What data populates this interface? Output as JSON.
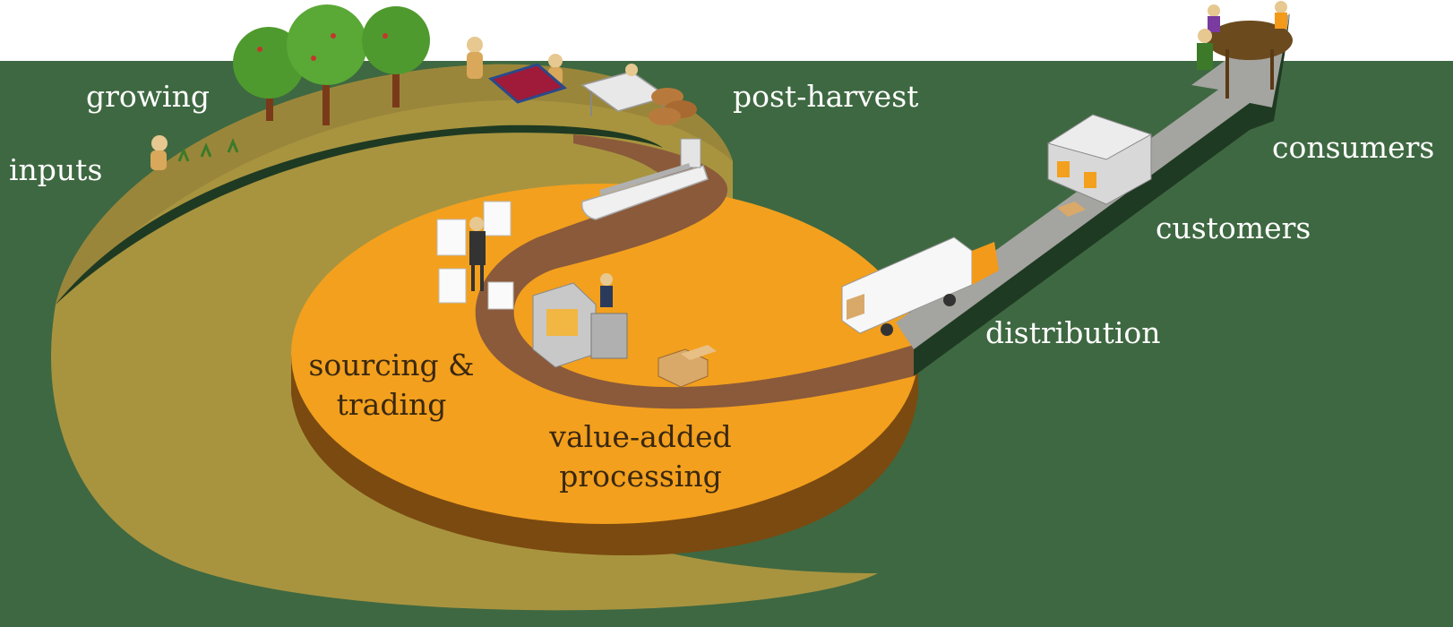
{
  "colors": {
    "background_green": "#3e6841",
    "outer_ring": "#a8943f",
    "inner_disc": "#f3a01e",
    "path_brown": "#8a5a3a",
    "road_gray": "#a4a4a0",
    "dark_edge": "#1f3a22"
  },
  "stages": {
    "inputs": "inputs",
    "growing": "growing",
    "post_harvest": "post-harvest",
    "sourcing_trading": [
      "sourcing &",
      "trading"
    ],
    "value_added_processing": [
      "value-added",
      "processing"
    ],
    "distribution": "distribution",
    "customers": "customers",
    "consumers": "consumers"
  },
  "icons": [
    "farmer-planting-icon",
    "tree-icon",
    "farmer-carrying-icon",
    "drying-mat-icon",
    "sorting-table-icon",
    "sacks-icon",
    "cargo-ship-icon",
    "trader-dashboard-icon",
    "processing-machine-icon",
    "boxes-icon",
    "delivery-truck-icon",
    "warehouse-icon",
    "dining-table-icon"
  ]
}
